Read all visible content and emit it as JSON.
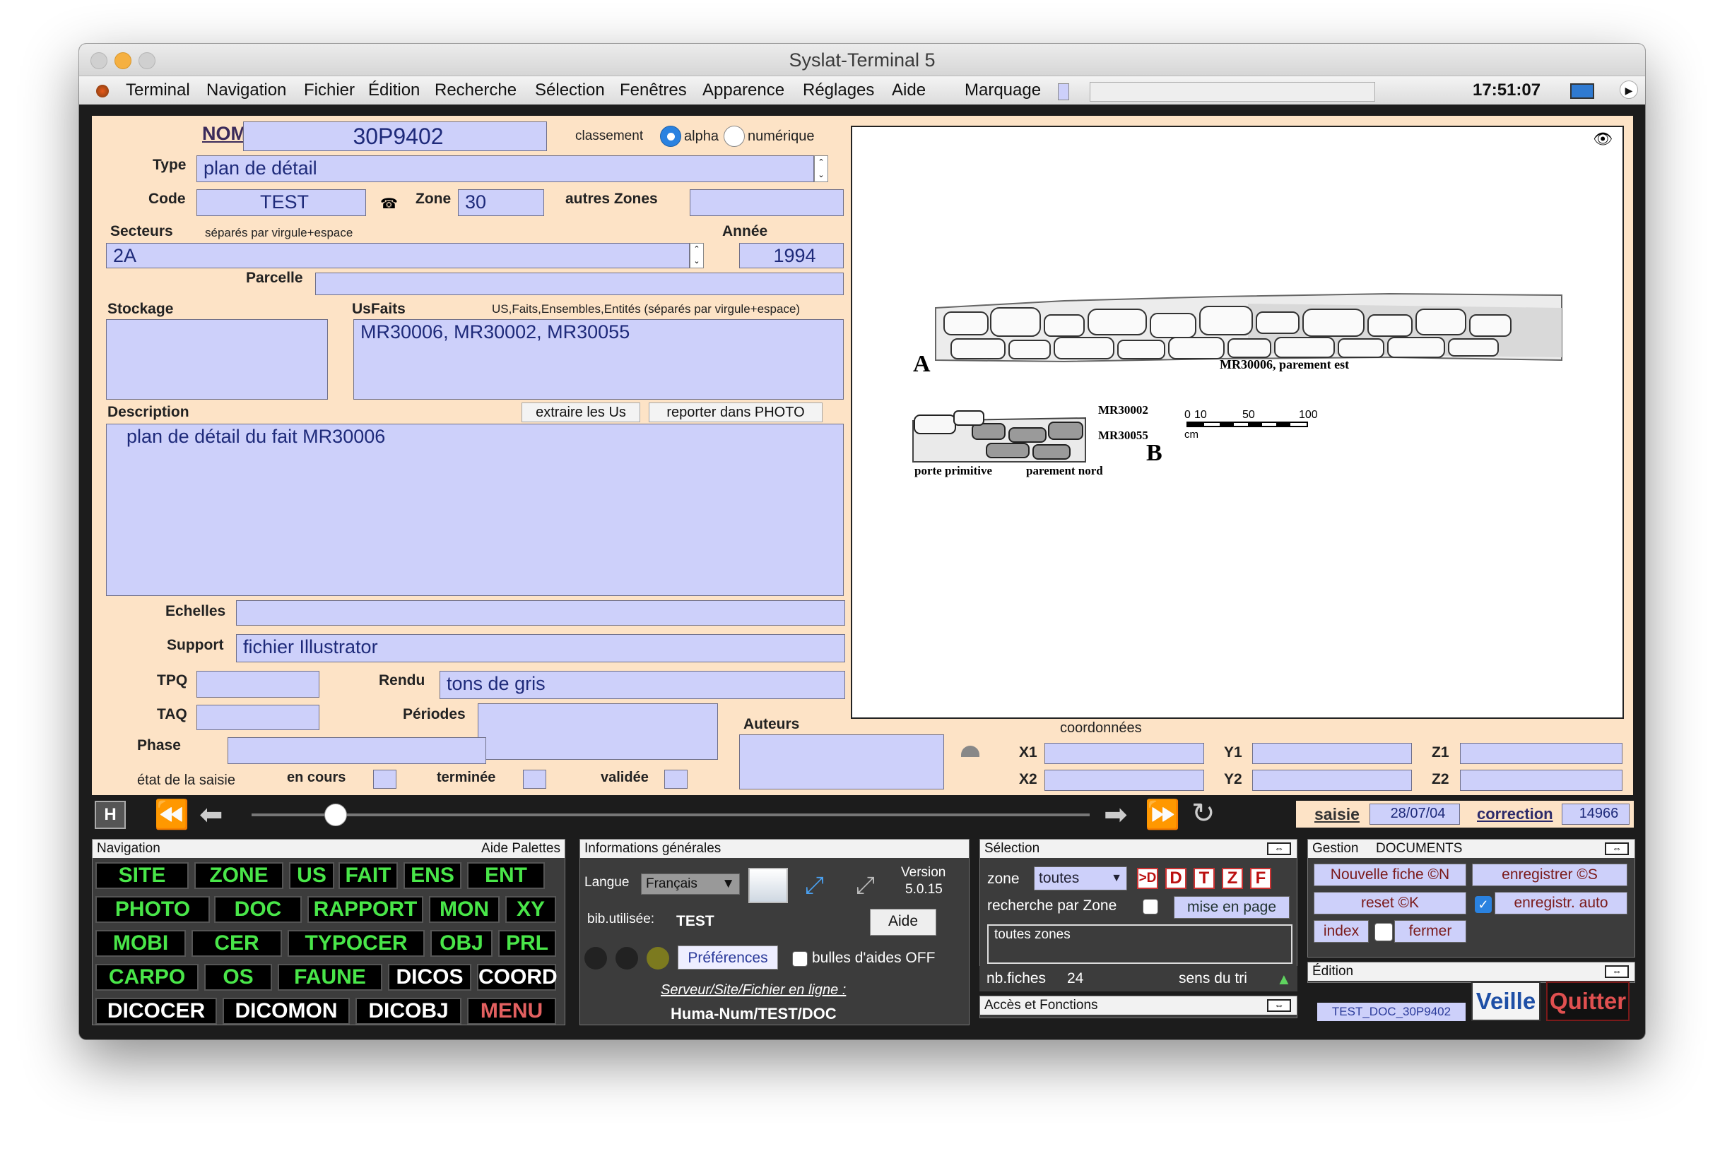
{
  "window": {
    "title": "Syslat-Terminal 5"
  },
  "menubar": {
    "items": [
      "Terminal",
      "Navigation",
      "Fichier",
      "Édition",
      "Recherche",
      "Sélection",
      "Fenêtres",
      "Apparence",
      "Réglages",
      "Aide"
    ],
    "marquage": "Marquage",
    "clock": "17:51:07"
  },
  "form": {
    "nom_label": "NOM",
    "nom_value": "30P9402",
    "classement_label": "classement",
    "radio_alpha": "alpha",
    "radio_numerique": "numérique",
    "type_label": "Type",
    "type_value": "plan de détail",
    "code_label": "Code",
    "code_value": "TEST",
    "zone_label": "Zone",
    "zone_value": "30",
    "autres_zones_label": "autres Zones",
    "autres_zones_value": "",
    "secteurs_label": "Secteurs",
    "secteurs_hint": "séparés par virgule+espace",
    "secteurs_value": "2A",
    "annee_label": "Année",
    "annee_value": "1994",
    "parcelle_label": "Parcelle",
    "parcelle_value": "",
    "stockage_label": "Stockage",
    "stockage_value": "",
    "usfaits_label": "UsFaits",
    "usfaits_hint": "US,Faits,Ensembles,Entités (séparés par virgule+espace)",
    "usfaits_value": "MR30006, MR30002, MR30055",
    "description_label": "Description",
    "extraire_button": "extraire les Us",
    "reporter_button": "reporter dans PHOTO",
    "description_value": "plan de détail du fait MR30006",
    "echelles_label": "Echelles",
    "echelles_value": "",
    "support_label": "Support",
    "support_value": "fichier Illustrator",
    "tpq_label": "TPQ",
    "tpq_value": "",
    "rendu_label": "Rendu",
    "rendu_value": "tons de gris",
    "taq_label": "TAQ",
    "taq_value": "",
    "periodes_label": "Périodes",
    "periodes_value": "",
    "phase_label": "Phase",
    "phase_value": "",
    "auteurs_label": "Auteurs",
    "auteurs_value": "",
    "etat_label": "état de la saisie",
    "en_cours_label": "en cours",
    "terminee_label": "terminée",
    "validee_label": "validée",
    "coordonnees_label": "coordonnées",
    "x1_label": "X1",
    "y1_label": "Y1",
    "z1_label": "Z1",
    "x2_label": "X2",
    "y2_label": "Y2",
    "z2_label": "Z2"
  },
  "drawing": {
    "label_a": "A",
    "label_b": "B",
    "caption_a": "MR30006, parement est",
    "mr30002": "MR30002",
    "mr30055": "MR30055",
    "porte": "porte primitive",
    "parement_nord": "parement nord",
    "scale_ticks": [
      "0",
      "10",
      "50",
      "100"
    ],
    "scale_unit": "cm"
  },
  "record_bar": {
    "saisie_label": "saisie",
    "saisie_value": "28/07/04",
    "correction_label": "correction",
    "correction_value": "14966",
    "slider_position": 0.1
  },
  "navigation": {
    "title": "Navigation",
    "aide": "Aide Palettes",
    "rows": [
      [
        "SITE",
        "ZONE",
        "US",
        "FAIT",
        "ENS",
        "ENT"
      ],
      [
        "PHOTO",
        "DOC",
        "RAPPORT",
        "MON",
        "XY"
      ],
      [
        "MOBI",
        "CER",
        "TYPOCER",
        "OBJ",
        "PRL"
      ],
      [
        "CARPO",
        "OS",
        "FAUNE",
        "DICOS",
        "COORD"
      ],
      [
        "DICOCER",
        "DICOMON",
        "DICOBJ",
        "MENU"
      ]
    ]
  },
  "info": {
    "title": "Informations générales",
    "langue_label": "Langue",
    "langue_value": "Français",
    "version_label": "Version",
    "version_value": "5.0.15",
    "bib_label": "bib.utilisée:",
    "bib_value": "TEST",
    "aide_button": "Aide",
    "preferences_button": "Préférences",
    "bulles_label": "bulles d'aides OFF",
    "serveur_link": "Serveur/Site/Fichier en ligne :",
    "serveur_value": "Huma-Num/TEST/DOC"
  },
  "selection": {
    "title": "Sélection",
    "zone_label": "zone",
    "zone_value": "toutes",
    "letters": [
      ">D",
      "D",
      "T",
      "Z",
      "F"
    ],
    "recherche_label": "recherche par Zone",
    "mise_en_page": "mise en page",
    "list_value": "toutes zones",
    "nbfiches_label": "nb.fiches",
    "nbfiches_value": "24",
    "sens_label": "sens du tri",
    "acces_title": "Accès et Fonctions"
  },
  "gestion": {
    "title": "Gestion",
    "subtitle": "DOCUMENTS",
    "nouvelle": "Nouvelle fiche ©N",
    "enregistrer": "enregistrer ©S",
    "reset": "reset ©K",
    "enreg_auto": "enregistr. auto",
    "index": "index",
    "fermer": "fermer",
    "edition_title": "Édition",
    "file_name": "TEST_DOC_30P9402",
    "veille": "Veille",
    "quitter": "Quitter"
  }
}
